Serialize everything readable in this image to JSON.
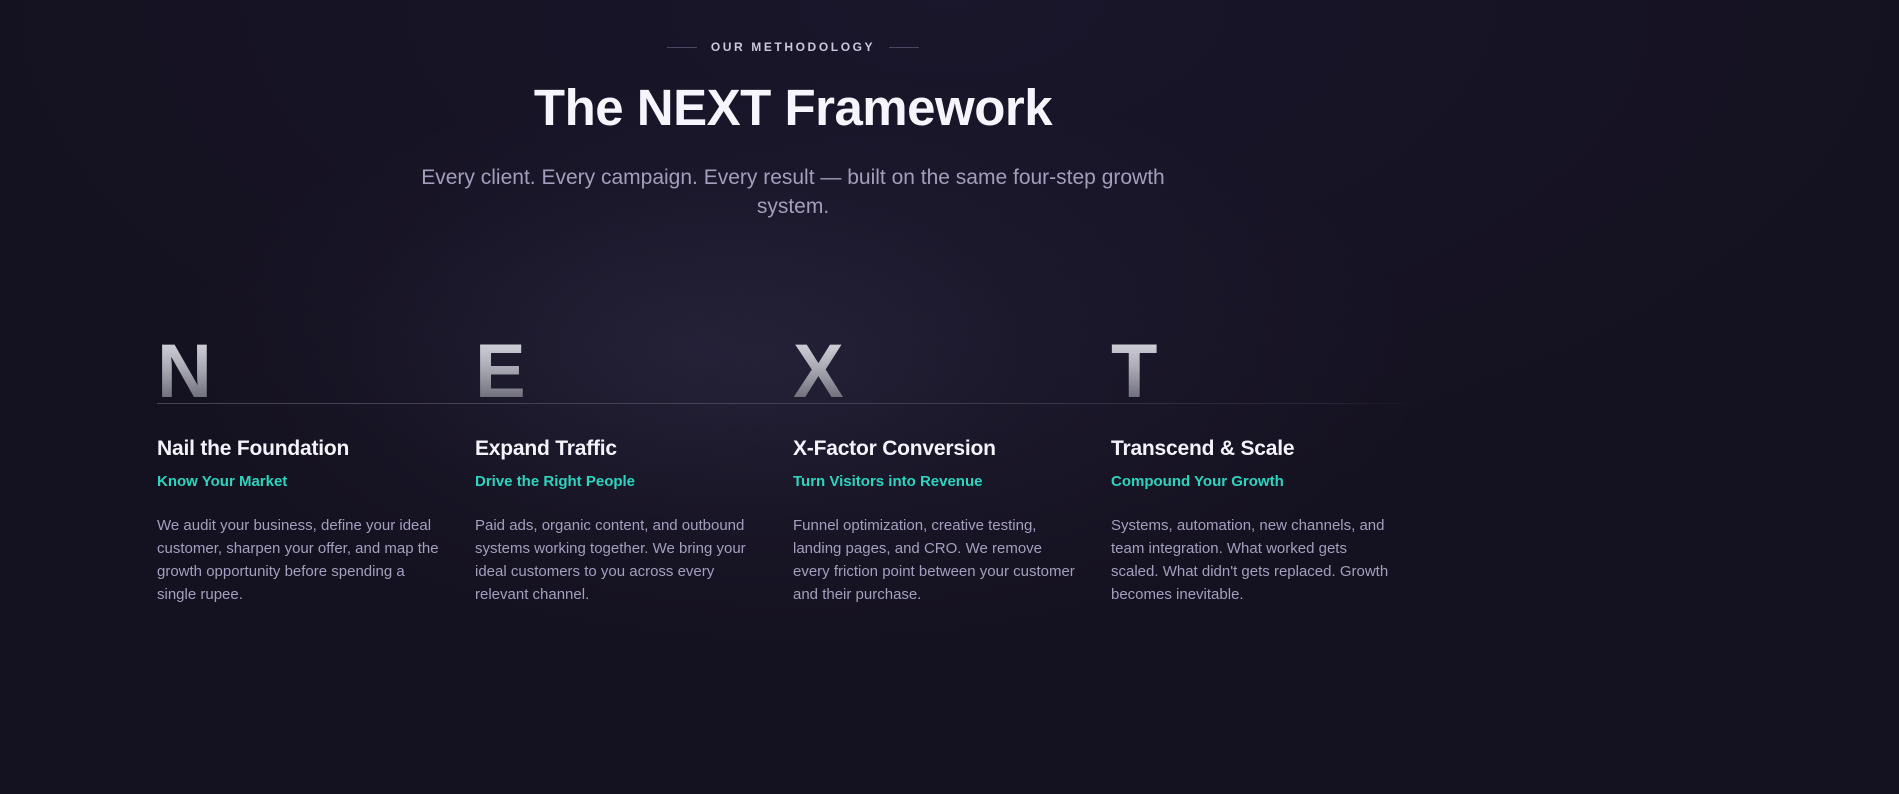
{
  "section": {
    "eyebrow": "OUR METHODOLOGY",
    "title": "The NEXT Framework",
    "subtitle": "Every client. Every campaign. Every result — built on the same four-step growth system."
  },
  "steps": [
    {
      "letter": "N",
      "title": "Nail the Foundation",
      "tagline": "Know Your Market",
      "description": "We audit your business, define your ideal customer, sharpen your offer, and map the growth opportunity before spending a single rupee."
    },
    {
      "letter": "E",
      "title": "Expand Traffic",
      "tagline": "Drive the Right People",
      "description": "Paid ads, organic content, and outbound systems working together. We bring your ideal customers to you across every relevant channel."
    },
    {
      "letter": "X",
      "title": "X-Factor Conversion",
      "tagline": "Turn Visitors into Revenue",
      "description": "Funnel optimization, creative testing, landing pages, and CRO. We remove every friction point between your customer and their purchase."
    },
    {
      "letter": "T",
      "title": "Transcend & Scale",
      "tagline": "Compound Your Growth",
      "description": "Systems, automation, new channels, and team integration. What worked gets scaled. What didn't gets replaced. Growth becomes inevitable."
    }
  ],
  "colors": {
    "background": "#141120",
    "accent_teal": "#2dd4bf",
    "heading": "#f6f4fc",
    "muted_text": "#a59fbf"
  }
}
